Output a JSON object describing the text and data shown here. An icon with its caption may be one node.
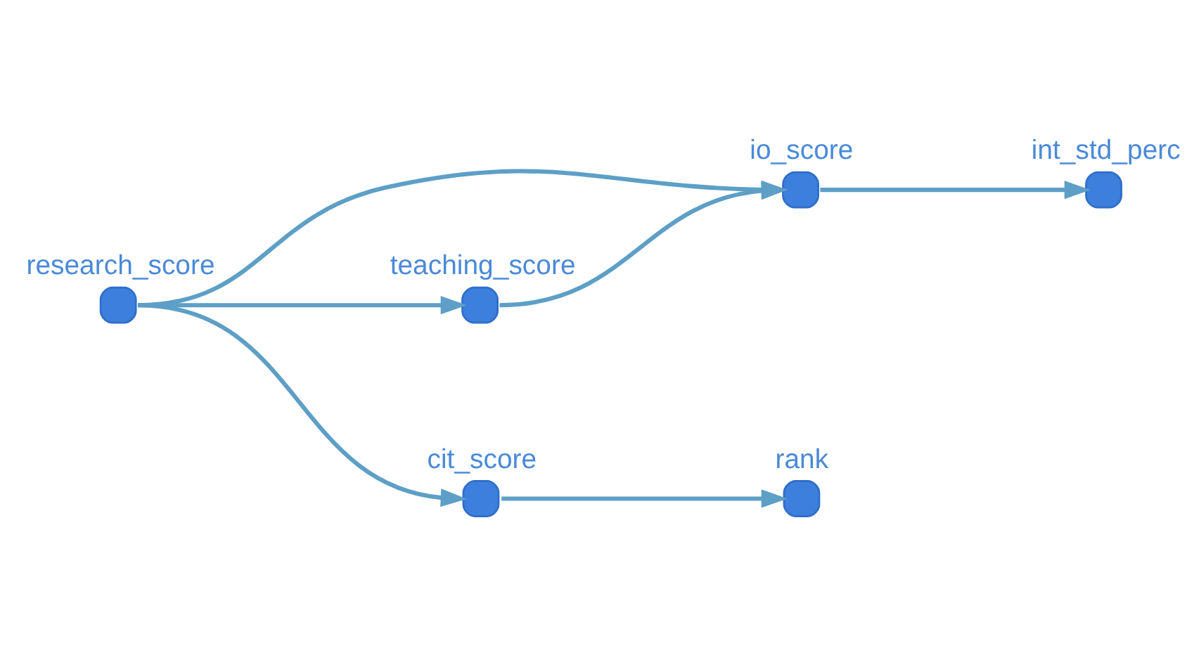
{
  "diagram": {
    "nodes": [
      {
        "text": [
          "int_std_perc"
        ]
      },
      {
        "text": [
          "io_score"
        ]
      },
      {
        "text": [
          "research_score"
        ]
      },
      {
        "text": [
          "cit_score"
        ]
      },
      {
        "text": [
          "rank"
        ]
      },
      {
        "text": [
          "teaching_score"
        ]
      }
    ],
    "edges": [
      {
        "from": 2,
        "to": 1,
        "arrow": "to"
      },
      {
        "from": 2,
        "to": 3,
        "arrow": "to"
      },
      {
        "from": 2,
        "to": 5,
        "arrow": "to"
      },
      {
        "from": 5,
        "to": 1,
        "arrow": "to"
      },
      {
        "from": 1,
        "to": 0,
        "arrow": "to"
      },
      {
        "from": 3,
        "to": 4,
        "arrow": "to"
      }
    ]
  }
}
